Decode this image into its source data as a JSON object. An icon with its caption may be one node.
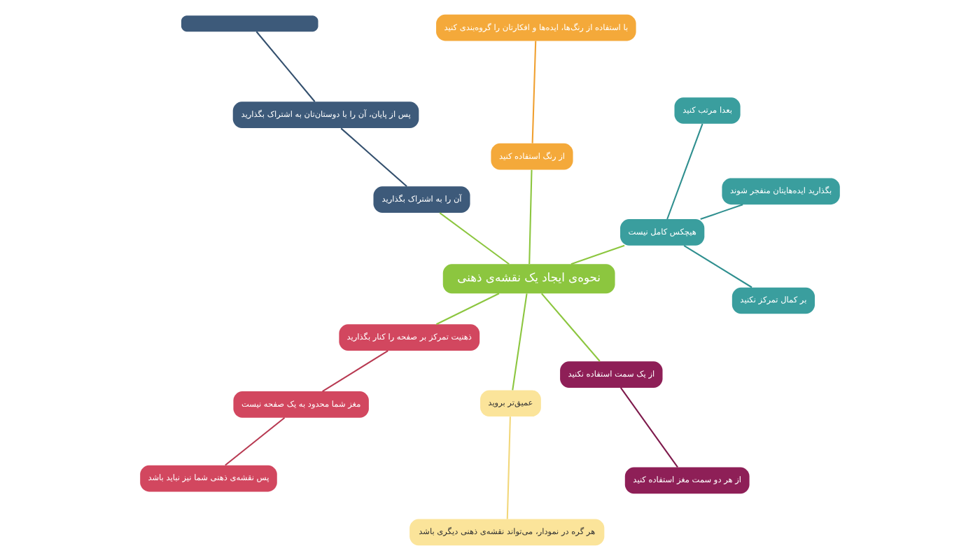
{
  "diagram": {
    "nodes": [
      {
        "text": [
          "نحوه‌ی ایجاد یک نقشه‌ی ذهنی"
        ]
      },
      {
        "text": [
          "هیچکس کامل نیست"
        ]
      },
      {
        "text": [
          "بر کمال تمرکز نکنید"
        ]
      },
      {
        "text": [
          "بعدا مرتب کنید"
        ]
      },
      {
        "text": [
          "بگذارید ایده‌هایتان منفجر شوند"
        ]
      },
      {
        "text": [
          "ذهنیت تمرکز بر صفحه را کنار بگذارید"
        ]
      },
      {
        "text": [
          "مغز شما محدود به یک صفحه نیست"
        ]
      },
      {
        "text": [
          "پس نقشه‌ی ذهنی شما نیز نباید باشد"
        ]
      },
      {
        "text": [
          "عمیق‌تر بروید"
        ]
      },
      {
        "text": [
          "هر گره در نمودار، می‌تواند نقشه‌ی ذهنی دیگری باشد"
        ]
      },
      {
        "text": [
          "آن را به اشتراک بگذارید"
        ]
      },
      {
        "text": [
          "پس از پایان، آن را با دوستان‌تان به اشتراک بگذارید"
        ]
      },
      {
        "text": [],
        "shape": "box"
      },
      {
        "text": [
          "از رنگ استفاده کنید"
        ]
      },
      {
        "text": [
          "با استفاده از رنگ‌ها، ایده‌ها و افکارتان را گروه‌بندی کنید"
        ]
      },
      {
        "text": [
          "از یک سمت استفاده نکنید"
        ]
      },
      {
        "text": [
          "از هر دو سمت مغز استفاده کنید"
        ]
      }
    ],
    "edges": [
      {
        "from": 0,
        "to": 1,
        "arrow": "none"
      },
      {
        "from": 1,
        "to": 2,
        "arrow": "none",
        "color": "#2f8f8f"
      },
      {
        "from": 1,
        "to": 3,
        "arrow": "none",
        "color": "#2f8f8f"
      },
      {
        "from": 1,
        "to": 4,
        "arrow": "none",
        "color": "#2f8f8f"
      },
      {
        "from": 0,
        "to": 5,
        "arrow": "none"
      },
      {
        "from": 5,
        "to": 6,
        "arrow": "none",
        "color": "#b83a52"
      },
      {
        "from": 6,
        "to": 7,
        "arrow": "none",
        "color": "#b83a52"
      },
      {
        "from": 0,
        "to": 8,
        "arrow": "none"
      },
      {
        "from": 8,
        "to": 9,
        "arrow": "none",
        "color": "#f2d77a"
      },
      {
        "from": 0,
        "to": 10,
        "arrow": "none"
      },
      {
        "from": 10,
        "to": 11,
        "arrow": "none",
        "color": "#34506e"
      },
      {
        "from": 11,
        "to": 12,
        "arrow": "none",
        "color": "#34506e"
      },
      {
        "from": 0,
        "to": 13,
        "arrow": "none"
      },
      {
        "from": 13,
        "to": 14,
        "arrow": "none",
        "color": "#f0a030"
      },
      {
        "from": 0,
        "to": 15,
        "arrow": "none"
      },
      {
        "from": 15,
        "to": 16,
        "arrow": "none",
        "color": "#7e1a4c"
      }
    ]
  }
}
